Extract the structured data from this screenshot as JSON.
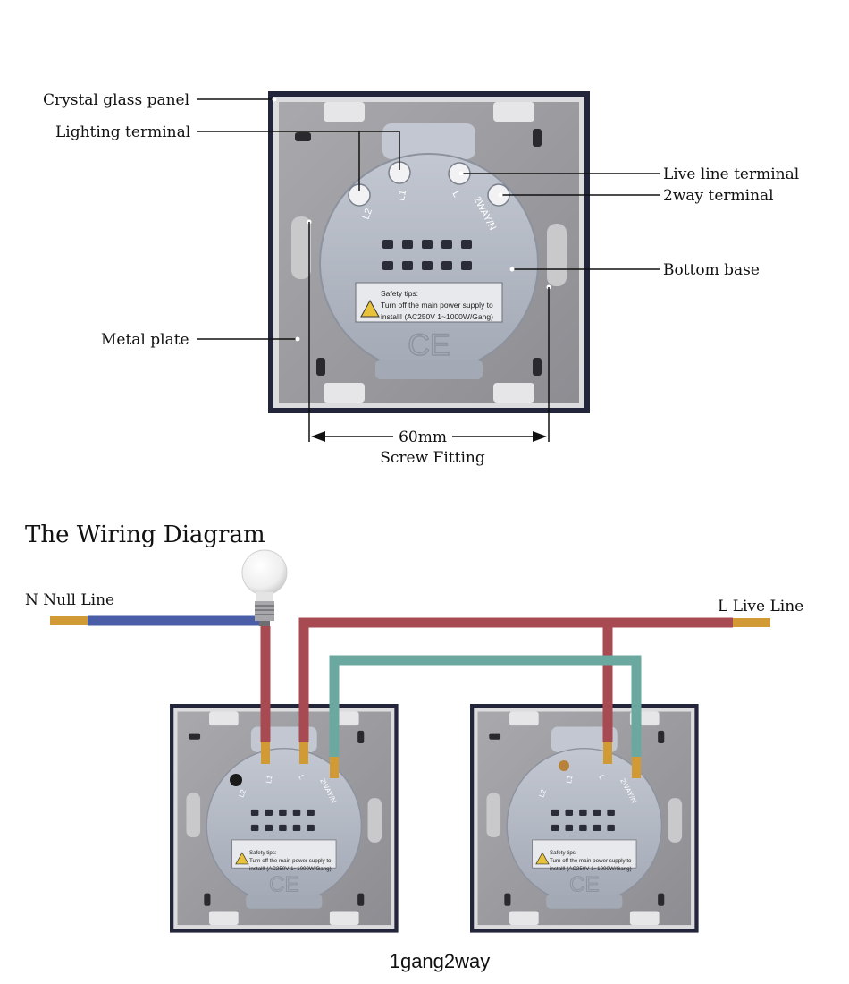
{
  "labels": {
    "crystal_glass_panel": "Crystal glass panel",
    "lighting_terminal": "Lighting terminal",
    "live_line_terminal": "Live line terminal",
    "two_way_terminal": "2way terminal",
    "bottom_base": "Bottom base",
    "metal_plate": "Metal plate",
    "dimension": "60mm",
    "screw_fitting": "Screw Fitting"
  },
  "wiring": {
    "title": "The Wiring Diagram",
    "null_line": "N Null Line",
    "live_line": "L Live Line",
    "caption": "1gang2way"
  },
  "terminal_marks": {
    "l2": "L2",
    "l1": "L1",
    "l": "L",
    "twoway": "2WAY/N"
  },
  "safety": {
    "title": "Safety tips:",
    "line1": "Turn off the main power supply to",
    "line2": "install! (AC250V  1~1000W/Gang)"
  },
  "ce_mark": "CE",
  "colors": {
    "panel_frame": "#23253a",
    "metal_plate": "#9a9a9e",
    "base": "#aab0bc",
    "live_wire": "#a84a52",
    "null_wire": "#4a5ea8",
    "two_way_wire": "#6aa8a0",
    "copper": "#c8902a"
  }
}
